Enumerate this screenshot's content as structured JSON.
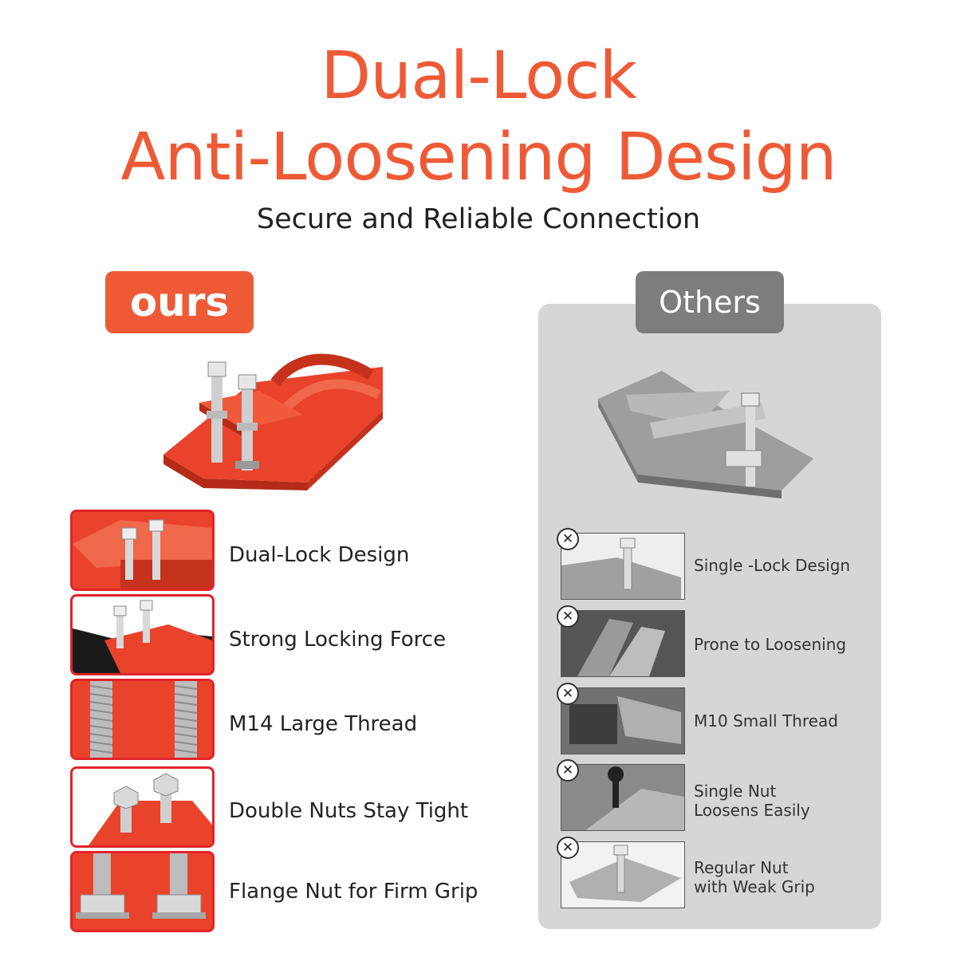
{
  "header": {
    "title_line1": "Dual-Lock",
    "title_line2": "Anti-Loosening Design",
    "subtitle": "Secure and Reliable Connection"
  },
  "colors": {
    "accent": "#ef5a36",
    "red_border": "#e2232a",
    "gray_badge": "#7d7d7d",
    "gray_panel": "#d6d6d6"
  },
  "ours": {
    "badge": "ours",
    "features": [
      {
        "label": "Dual-Lock Design"
      },
      {
        "label": "Strong Locking Force"
      },
      {
        "label": "M14 Large Thread"
      },
      {
        "label": "Double Nuts Stay Tight"
      },
      {
        "label": "Flange Nut for Firm Grip"
      }
    ]
  },
  "others": {
    "badge": "Others",
    "drawbacks": [
      {
        "label": "Single -Lock Design",
        "icon": "x-mark-icon"
      },
      {
        "label": "Prone to Loosening",
        "icon": "x-mark-icon"
      },
      {
        "label": "M10 Small Thread",
        "icon": "x-mark-icon"
      },
      {
        "label": "Single Nut\nLoosens Easily",
        "icon": "x-mark-icon"
      },
      {
        "label": "Regular Nut\nwith Weak Grip",
        "icon": "x-mark-icon"
      }
    ]
  }
}
